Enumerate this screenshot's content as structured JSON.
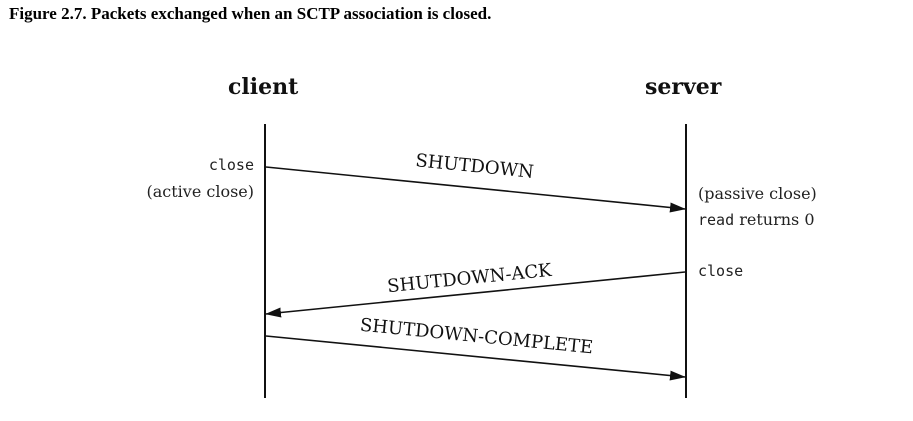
{
  "caption": "Figure 2.7. Packets exchanged when an SCTP association is closed.",
  "client": {
    "label": "client",
    "event_close": "close",
    "event_active": "(active close)"
  },
  "server": {
    "label": "server",
    "event_passive": "(passive close)",
    "event_read_fn": "read",
    "event_read_rest": " returns 0",
    "event_close": "close"
  },
  "messages": [
    {
      "label": "SHUTDOWN",
      "direction": "client-to-server"
    },
    {
      "label": "SHUTDOWN-ACK",
      "direction": "server-to-client"
    },
    {
      "label": "SHUTDOWN-COMPLETE",
      "direction": "client-to-server"
    }
  ],
  "colors": {
    "line": "#111111",
    "text": "#111111"
  }
}
